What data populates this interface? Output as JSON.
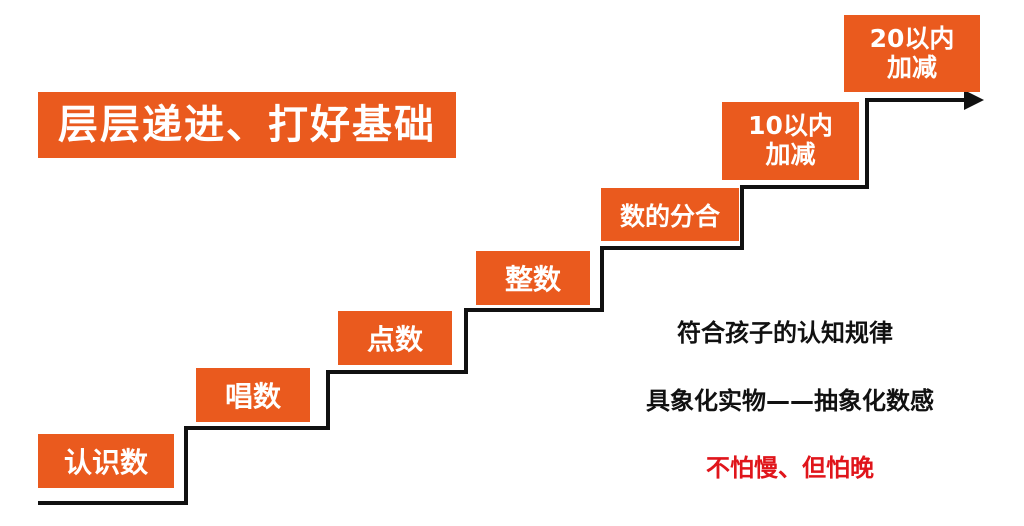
{
  "title": "层层递进、打好基础",
  "steps": [
    {
      "label": "认识数"
    },
    {
      "label": "唱数"
    },
    {
      "label": "点数"
    },
    {
      "label": "整数"
    },
    {
      "label": "数的分合"
    },
    {
      "line1": "10以内",
      "line2": "加减"
    },
    {
      "line1": "20以内",
      "line2": "加减"
    }
  ],
  "notes": {
    "principle": "符合孩子的认知规律",
    "progression": "具象化实物——抽象化数感",
    "motto": "不怕慢、但怕晚"
  },
  "colors": {
    "accent": "#ea5a1e",
    "stair_line": "#111111",
    "motto_text": "#e0151b"
  }
}
